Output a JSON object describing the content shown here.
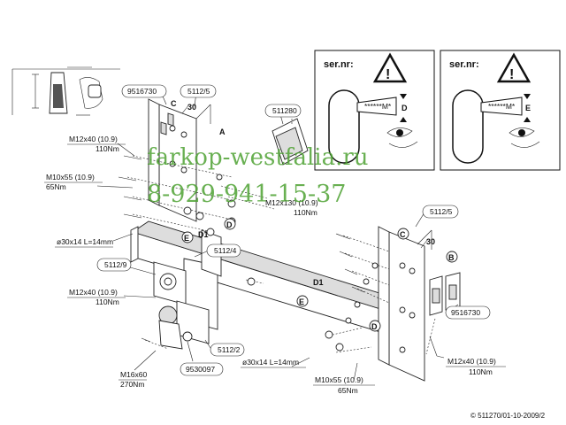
{
  "part_numbers": {
    "bracket_left": "5112/5",
    "bracket_right": "5112/5",
    "bolt_kit_left": "9516730",
    "bolt_kit_right": "9516730",
    "connector": "511280",
    "crossbar_end": "5112/4",
    "bracket_lower": "5112/9",
    "ball_mount": "5112/2",
    "ball": "9530097"
  },
  "torques": {
    "m12_left_top": "M12x40 (10.9)",
    "m12_left_top_nm": "110Nm",
    "m10_left": "M10x55 (10.9)",
    "m10_left_nm": "65Nm",
    "m12_center": "M12x130 (10.9)",
    "m12_center_nm": "110Nm",
    "m12_left_mid": "M12x40 (10.9)",
    "m12_left_mid_nm": "110Nm",
    "m16": "M16x60",
    "m16_nm": "270Nm",
    "m10_bottom": "M10x55 (10.9)",
    "m10_bottom_nm": "65Nm",
    "m12_right": "M12x40 (10.9)",
    "m12_right_nm": "110Nm"
  },
  "spacers": {
    "left": "ø30x14 L=14mm",
    "bottom": "ø30x14 L=14mm"
  },
  "letters": {
    "a": "A",
    "b": "B",
    "c_left": "C",
    "c_right": "C",
    "d_left": "D",
    "d1_left": "D1",
    "e_left": "E",
    "d1_right": "D1",
    "e_right": "E",
    "d_right": "D"
  },
  "angles": {
    "left": "30",
    "right": "30"
  },
  "serial_panels": [
    {
      "title": "ser.nr:",
      "plate_text": "******M*",
      "code": "D"
    },
    {
      "title": "ser.nr:",
      "plate_text": "******M*",
      "code": "E"
    }
  ],
  "watermark": {
    "site": "farkop-westfalia.ru",
    "phone": "8-929-941-15-37"
  },
  "copyright": "© 511270/01-10-2009/2",
  "colors": {
    "watermark": "#4fa334",
    "line": "#222222"
  }
}
